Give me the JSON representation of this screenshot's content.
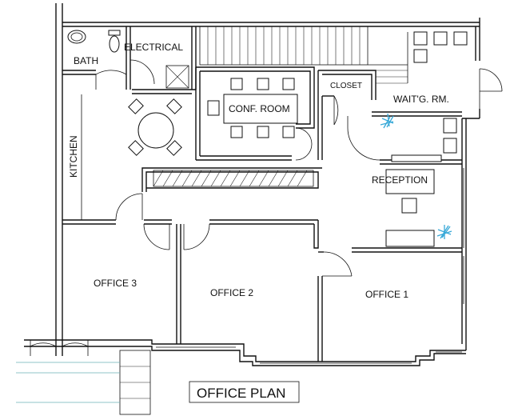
{
  "plan": {
    "title": "OFFICE PLAN",
    "rooms": {
      "bath": "BATH",
      "electrical": "ELECTRICAL",
      "kitchen": "KITCHEN",
      "conference": "CONF. ROOM",
      "closet": "CLOSET",
      "waiting": "WAIT'G. RM.",
      "reception": "RECEPTION",
      "office1": "OFFICE 1",
      "office2": "OFFICE 2",
      "office3": "OFFICE 3"
    },
    "colors": {
      "line": "#111111",
      "plant": "#38a9d8",
      "background": "#ffffff"
    },
    "icons": [
      "toilet-icon",
      "sink-icon",
      "plant-icon",
      "chair-icon",
      "round-table-icon",
      "stair-icon",
      "door-swing-icon"
    ]
  }
}
